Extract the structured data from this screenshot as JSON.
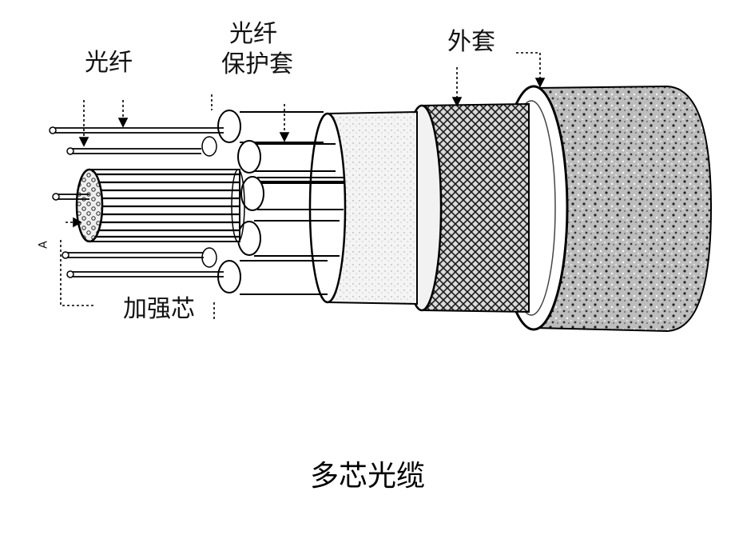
{
  "diagram": {
    "labels": {
      "fiber": "光纤",
      "fiber_jacket_line1": "光纤",
      "fiber_jacket_line2": "保护套",
      "outer_sheath": "外套",
      "strength_core": "加强芯",
      "marker_a": "A"
    },
    "caption": "多芯光缆"
  }
}
